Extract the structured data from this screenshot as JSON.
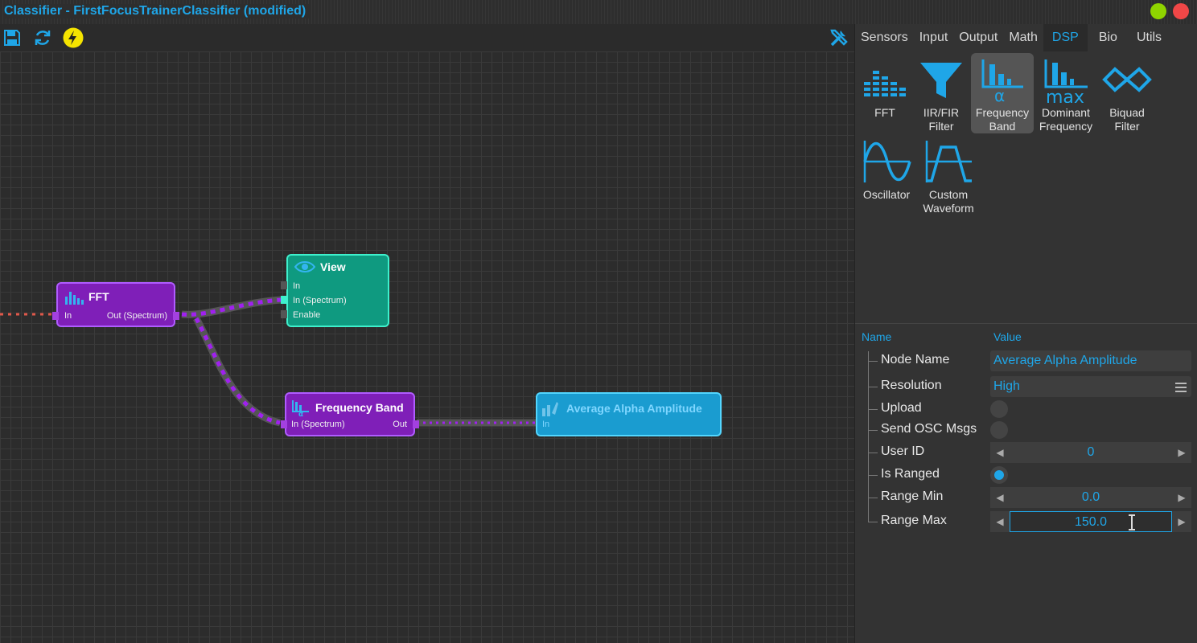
{
  "window": {
    "title": "Classifier - FirstFocusTrainerClassifier (modified)",
    "colors": {
      "accent": "#1fa6e8",
      "minimize": "#8fd400",
      "close": "#f04747"
    }
  },
  "toolbar": {
    "icons": [
      "save-icon",
      "refresh-icon",
      "lightning-icon",
      "tools-icon"
    ]
  },
  "tabs": [
    {
      "label": "Sensors",
      "active": false
    },
    {
      "label": "Input",
      "active": false
    },
    {
      "label": "Output",
      "active": false
    },
    {
      "label": "Math",
      "active": false
    },
    {
      "label": "DSP",
      "active": true
    },
    {
      "label": "Bio",
      "active": false
    },
    {
      "label": "Utils",
      "active": false
    }
  ],
  "palette": {
    "items": [
      {
        "label_line1": "FFT",
        "label_line2": "",
        "icon": "fft-icon"
      },
      {
        "label_line1": "IIR/FIR",
        "label_line2": "Filter",
        "icon": "filter-funnel-icon"
      },
      {
        "label_line1": "Frequency",
        "label_line2": "Band",
        "icon": "frequency-band-icon",
        "selected": true
      },
      {
        "label_line1": "Dominant",
        "label_line2": "Frequency",
        "icon": "dominant-frequency-icon"
      },
      {
        "label_line1": "Biquad",
        "label_line2": "Filter",
        "icon": "biquad-icon"
      },
      {
        "label_line1": "Oscillator",
        "label_line2": "",
        "icon": "oscillator-icon"
      },
      {
        "label_line1": "Custom",
        "label_line2": "Waveform",
        "icon": "custom-waveform-icon"
      }
    ]
  },
  "nodes": {
    "fft": {
      "title": "FFT",
      "in": "In",
      "out": "Out (Spectrum)",
      "color": "#8a1fc4"
    },
    "view": {
      "title": "View",
      "ports": [
        "In",
        "In (Spectrum)",
        "Enable"
      ],
      "color": "#14a08a"
    },
    "freq_band": {
      "title": "Frequency Band",
      "in": "In (Spectrum)",
      "out": "Out",
      "color": "#8a1fc4"
    },
    "avg_alpha": {
      "title": "Average Alpha Amplitude",
      "in": "In",
      "color": "#1797c8"
    }
  },
  "properties": {
    "name_header": "Name",
    "value_header": "Value",
    "node_name_label": "Node Name",
    "node_name_value": "Average Alpha Amplitude",
    "resolution_label": "Resolution",
    "resolution_value": "High",
    "upload_label": "Upload",
    "upload_on": false,
    "send_osc_label": "Send OSC Msgs",
    "send_osc_on": false,
    "user_id_label": "User ID",
    "user_id_value": "0",
    "is_ranged_label": "Is Ranged",
    "is_ranged_on": true,
    "range_min_label": "Range Min",
    "range_min_value": "0.0",
    "range_max_label": "Range Max",
    "range_max_value": "150.0"
  }
}
